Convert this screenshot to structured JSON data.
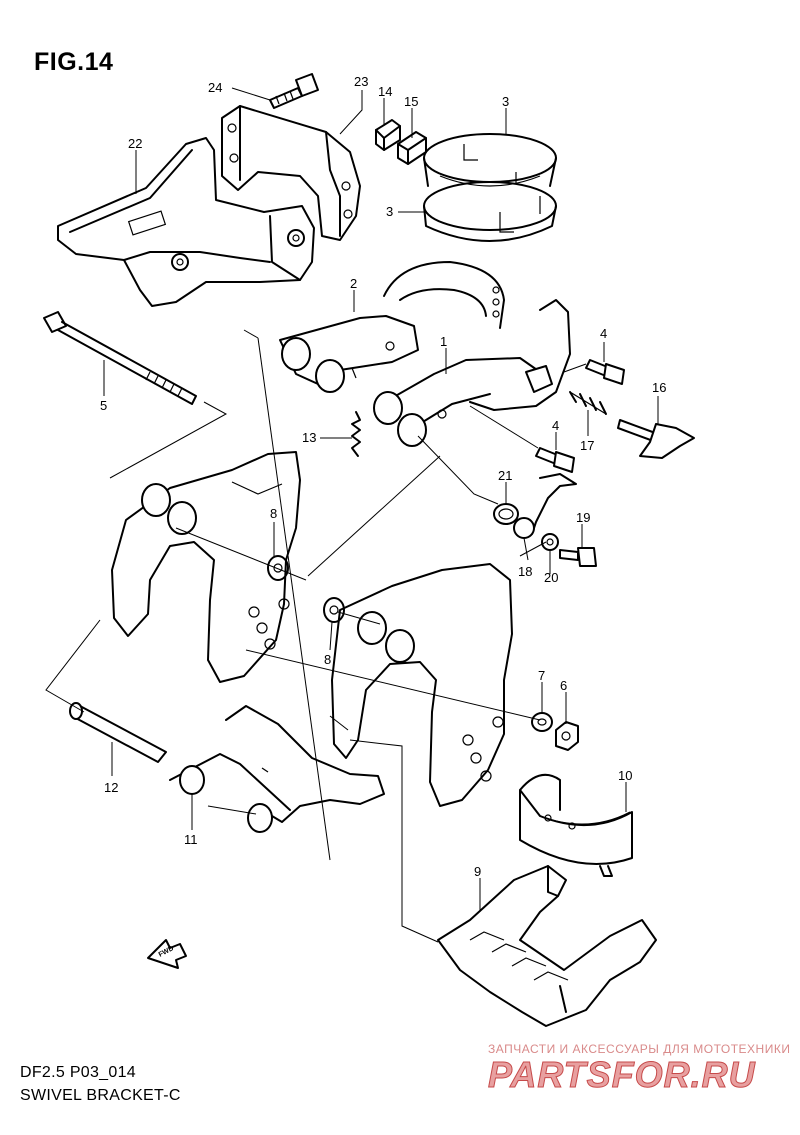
{
  "figure": {
    "title": "FIG.14",
    "model_code": "DF2.5 P03_014",
    "section_name": "SWIVEL BRACKET-C",
    "direction_arrow_label": "FWD"
  },
  "callouts": [
    {
      "id": "24",
      "label": "24"
    },
    {
      "id": "23",
      "label": "23"
    },
    {
      "id": "14",
      "label": "14"
    },
    {
      "id": "15",
      "label": "15"
    },
    {
      "id": "3a",
      "label": "3"
    },
    {
      "id": "3b",
      "label": "3"
    },
    {
      "id": "22",
      "label": "22"
    },
    {
      "id": "2",
      "label": "2"
    },
    {
      "id": "1",
      "label": "1"
    },
    {
      "id": "4a",
      "label": "4"
    },
    {
      "id": "16",
      "label": "16"
    },
    {
      "id": "5",
      "label": "5"
    },
    {
      "id": "13",
      "label": "13"
    },
    {
      "id": "17",
      "label": "17"
    },
    {
      "id": "4b",
      "label": "4"
    },
    {
      "id": "21",
      "label": "21"
    },
    {
      "id": "19",
      "label": "19"
    },
    {
      "id": "8a",
      "label": "8"
    },
    {
      "id": "18",
      "label": "18"
    },
    {
      "id": "20",
      "label": "20"
    },
    {
      "id": "8b",
      "label": "8"
    },
    {
      "id": "7",
      "label": "7"
    },
    {
      "id": "6",
      "label": "6"
    },
    {
      "id": "12",
      "label": "12"
    },
    {
      "id": "10",
      "label": "10"
    },
    {
      "id": "11",
      "label": "11"
    },
    {
      "id": "9",
      "label": "9"
    }
  ],
  "watermark": {
    "tagline": "ЗАПЧАСТИ И АКСЕССУАРЫ ДЛЯ МОТОТЕХНИКИ",
    "brand": "PARTSFOR.RU"
  },
  "colors": {
    "line": "#000000",
    "background": "#ffffff",
    "watermark": "#d98a8a"
  }
}
